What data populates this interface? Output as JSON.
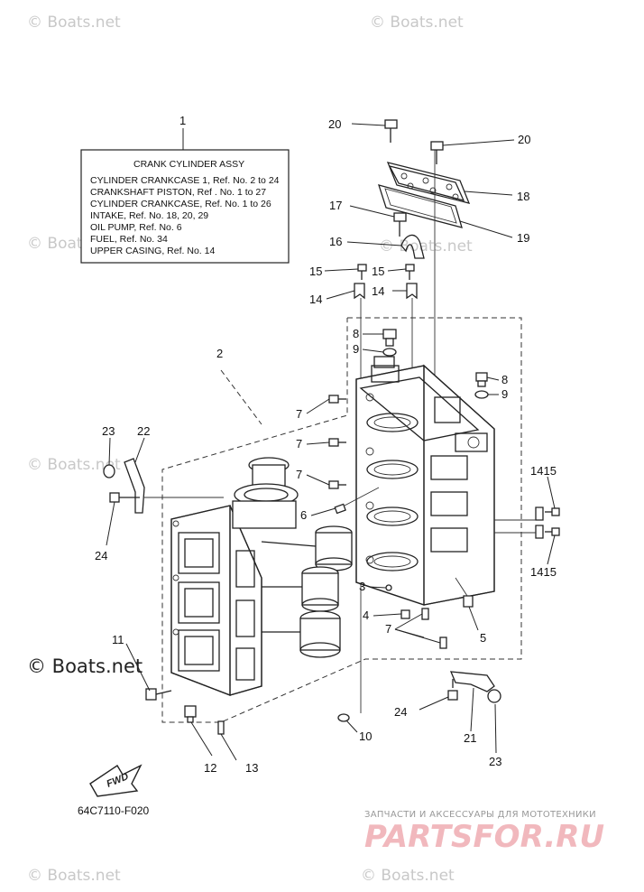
{
  "watermarks": {
    "boats_small": "© Boats.net",
    "boats_large": "© Boats.net"
  },
  "assembly_box": {
    "title": "CRANK CYLINDER ASSY",
    "lines": [
      "CYLINDER CRANKCASE 1,  Ref. No. 2  to  24",
      "CRANKSHAFT PISTON,  Ref . No. 1  to  27",
      "CYLINDER CRANKCASE,  Ref. No. 1  to  26",
      "INTAKE,  Ref. No. 18,  20,  29",
      "OIL PUMP,  Ref. No. 6",
      "FUEL,  Ref. No. 34",
      "UPPER CASING,  Ref. No. 14"
    ]
  },
  "callouts": {
    "c1": "1",
    "c2": "2",
    "c3": "3",
    "c4": "4",
    "c5": "5",
    "c6": "6",
    "c7a": "7",
    "c7b": "7",
    "c7c": "7",
    "c7d": "7",
    "c8a": "8",
    "c8b": "8",
    "c9a": "9",
    "c9b": "9",
    "c10": "10",
    "c11": "11",
    "c12": "12",
    "c13": "13",
    "c14a": "14",
    "c14b": "14",
    "c15a": "15",
    "c15b": "15",
    "c1415a": "1415",
    "c1415b": "1415",
    "c16": "16",
    "c17": "17",
    "c18": "18",
    "c19": "19",
    "c20a": "20",
    "c20b": "20",
    "c21": "21",
    "c22": "22",
    "c23a": "23",
    "c23b": "23",
    "c24a": "24",
    "c24b": "24"
  },
  "fwd_label": "FWD",
  "diagram_code": "64C7110-F020",
  "brand": {
    "tagline": "ЗАПЧАСТИ И АКСЕССУАРЫ ДЛЯ МОТОТЕХНИКИ",
    "logo": "PARTSFOR.RU",
    "logo_color": "#e8303b"
  }
}
